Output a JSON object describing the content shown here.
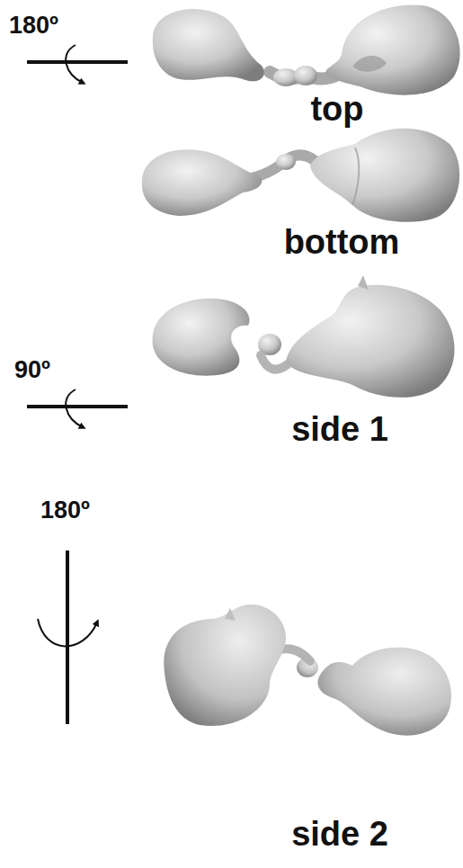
{
  "diagram": {
    "labels": [
      "180º",
      "top",
      "bottom",
      "90º",
      "side 1",
      "180º",
      "side 2"
    ]
  }
}
